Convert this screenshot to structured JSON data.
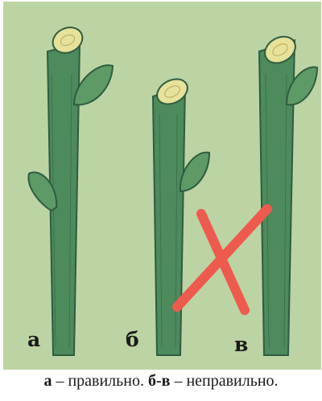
{
  "labels": {
    "a": "а",
    "b": "б",
    "v": "в"
  },
  "caption": {
    "part1_bold": "а",
    "part1_text": " – правильно. ",
    "part2_bold": "б-в",
    "part2_text": " – неправильно."
  },
  "colors": {
    "background": "#bcd4a3",
    "stem": "#4d8a5c",
    "stem_shadow": "#2f5c40",
    "cut_surface": "#e6e29a",
    "bud": "#5e9a66",
    "cross": "#ef5a4f"
  },
  "icons": {
    "stems": "cutting-stem-illustration",
    "cross": "cross-mark-icon"
  }
}
